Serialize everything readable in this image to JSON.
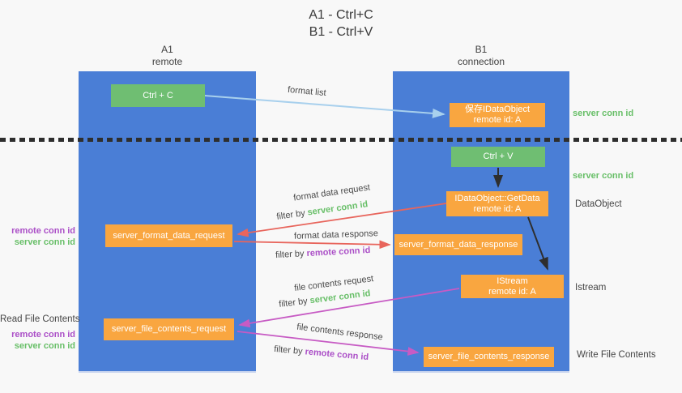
{
  "title": {
    "line1": "A1 - Ctrl+C",
    "line2": "B1 - Ctrl+V"
  },
  "columns": {
    "a": {
      "id": "A1",
      "subtitle": "remote"
    },
    "b": {
      "id": "B1",
      "subtitle": "connection"
    }
  },
  "nodes": {
    "ctrl_c": "Ctrl + C",
    "ctrl_v": "Ctrl + V",
    "save_dataobject": {
      "line1": "保存IDataObject",
      "line2": "remote id: A"
    },
    "getdata": {
      "line1": "IDataObject::GetData",
      "line2": "remote id: A"
    },
    "istream": {
      "line1": "IStream",
      "line2": "remote id: A"
    },
    "format_request": "server_format_data_request",
    "format_response": "server_format_data_response",
    "file_request": "server_file_contents_request",
    "file_response": "server_file_contents_response"
  },
  "labels": {
    "format_list": "format list",
    "format_data_request": "format data request",
    "format_data_response": "format data response",
    "file_contents_request": "file contents request",
    "file_contents_response": "file contents response",
    "filter_by": "filter by ",
    "server_conn_id": "server conn id",
    "remote_conn_id": "remote conn id",
    "dataobject": "DataObject",
    "istream": "Istream",
    "read_file_contents": "Read File Contents",
    "write_file_contents": "Write File Contents"
  },
  "colors": {
    "column_blue": "#4a7ed6",
    "node_orange": "#f9a640",
    "node_green": "#6fbe72",
    "arrow_red": "#e8655c",
    "arrow_magenta": "#c75bc4",
    "arrow_lightblue": "#a8d0ed",
    "arrow_black": "#2e2e2e",
    "text_green": "#68bf68",
    "text_purple": "#ab4fc7",
    "background": "#f8f8f8"
  }
}
